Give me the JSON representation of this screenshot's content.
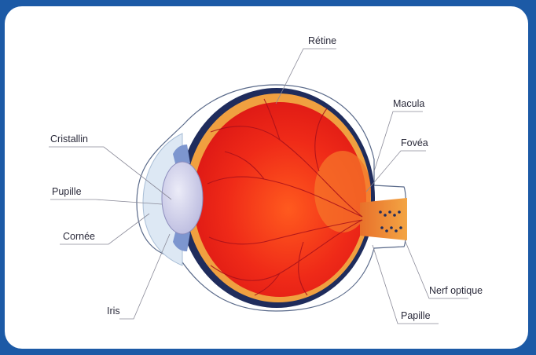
{
  "labels": {
    "retine": "Rétine",
    "macula": "Macula",
    "fovea": "Fovéa",
    "cristallin": "Cristallin",
    "pupille": "Pupille",
    "cornee": "Cornée",
    "iris": "Iris",
    "nerf_optique": "Nerf optique",
    "papille": "Papille"
  },
  "colors": {
    "frame": "#1c5aa6",
    "retina": "#e8271b",
    "choroid": "#f0a040",
    "sclera_dark": "#1f2c5c",
    "lens": "#c8c8e8",
    "cornea": "#dfe8f4",
    "nerve": "#f29a3a"
  }
}
